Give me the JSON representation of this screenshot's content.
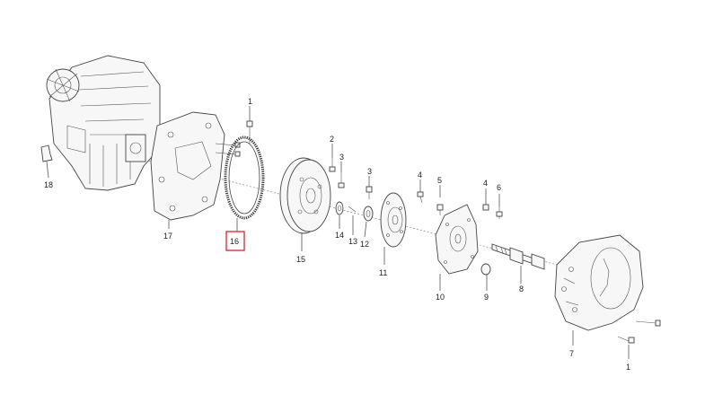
{
  "highlight_color": "#e0303a",
  "callouts": {
    "c1a": "1",
    "c2": "2",
    "c3a": "3",
    "c3b": "3",
    "c4a": "4",
    "c4b": "4",
    "c5": "5",
    "c6": "6",
    "c7": "7",
    "c8": "8",
    "c9": "9",
    "c10": "10",
    "c11": "11",
    "c12": "12",
    "c13": "13",
    "c14": "14",
    "c15": "15",
    "c16": "16",
    "c17": "17",
    "c18": "18",
    "c1b": "1"
  }
}
